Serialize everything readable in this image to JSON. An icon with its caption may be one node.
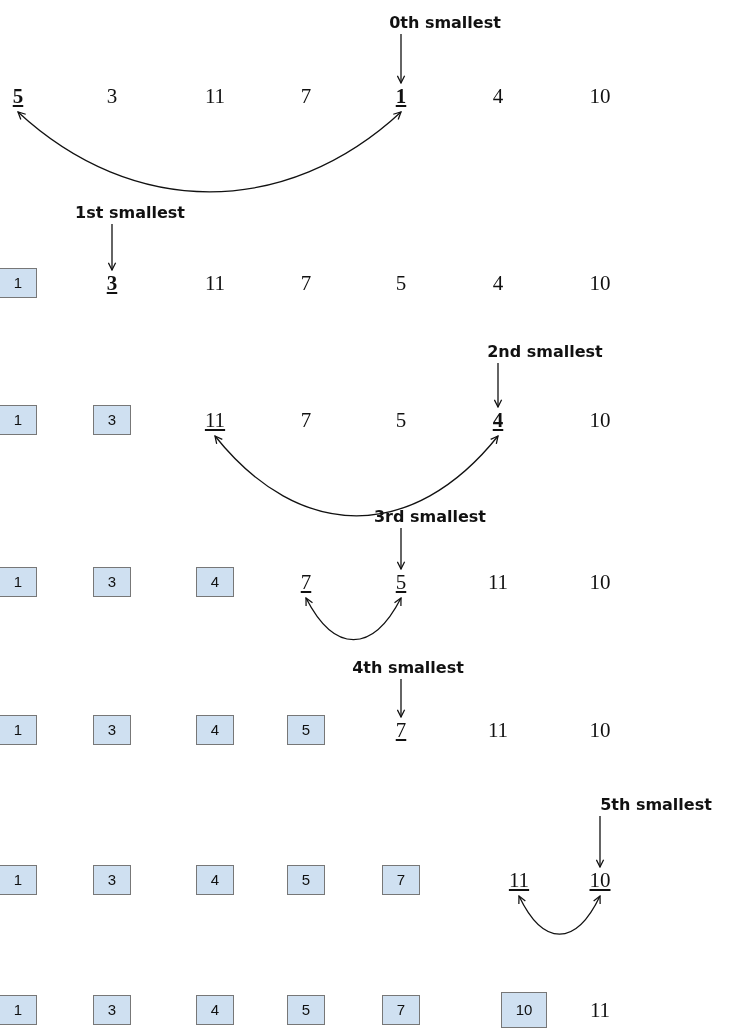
{
  "diagram": {
    "nodes": [
      {
        "text": [
          "0th smallest"
        ]
      },
      {
        "text": [
          "5"
        ]
      },
      {
        "text": [
          "3"
        ]
      },
      {
        "text": [
          "11"
        ]
      },
      {
        "text": [
          "7"
        ]
      },
      {
        "text": [
          "1"
        ]
      },
      {
        "text": [
          "4"
        ]
      },
      {
        "text": [
          "10"
        ]
      },
      {
        "text": [
          "1st smallest"
        ]
      },
      {
        "text": [
          "1"
        ]
      },
      {
        "text": [
          "3"
        ]
      },
      {
        "text": [
          "11"
        ]
      },
      {
        "text": [
          "7"
        ]
      },
      {
        "text": [
          "5"
        ]
      },
      {
        "text": [
          "4"
        ]
      },
      {
        "text": [
          "10"
        ]
      },
      {
        "text": [
          "2nd smallest"
        ]
      },
      {
        "text": [
          "1"
        ]
      },
      {
        "text": [
          "3"
        ]
      },
      {
        "text": [
          "11"
        ]
      },
      {
        "text": [
          "7"
        ]
      },
      {
        "text": [
          "5"
        ]
      },
      {
        "text": [
          "4"
        ]
      },
      {
        "text": [
          "10"
        ]
      },
      {
        "text": [
          "3rd smallest"
        ]
      },
      {
        "text": [
          "1"
        ]
      },
      {
        "text": [
          "3"
        ]
      },
      {
        "text": [
          "4"
        ]
      },
      {
        "text": [
          "7"
        ]
      },
      {
        "text": [
          "5"
        ]
      },
      {
        "text": [
          "11"
        ]
      },
      {
        "text": [
          "10"
        ]
      },
      {
        "text": [
          "4th smallest"
        ]
      },
      {
        "text": [
          "1"
        ]
      },
      {
        "text": [
          "3"
        ]
      },
      {
        "text": [
          "4"
        ]
      },
      {
        "text": [
          "5"
        ]
      },
      {
        "text": [
          "7"
        ]
      },
      {
        "text": [
          "11"
        ]
      },
      {
        "text": [
          "10"
        ]
      },
      {
        "text": [
          "5th smallest"
        ]
      },
      {
        "text": [
          "1"
        ]
      },
      {
        "text": [
          "3"
        ]
      },
      {
        "text": [
          "4"
        ]
      },
      {
        "text": [
          "5"
        ]
      },
      {
        "text": [
          "7"
        ]
      },
      {
        "text": [
          "11"
        ]
      },
      {
        "text": [
          "10"
        ]
      },
      {
        "text": [
          "1"
        ]
      },
      {
        "text": [
          "3"
        ]
      },
      {
        "text": [
          "4"
        ]
      },
      {
        "text": [
          "5"
        ]
      },
      {
        "text": [
          "7"
        ]
      },
      {
        "text": [
          "10"
        ]
      },
      {
        "text": [
          "11"
        ]
      }
    ],
    "edges": [
      {
        "from": 0,
        "to": 5,
        "arrow": "to"
      },
      {
        "from": 1,
        "to": 5,
        "arrow": "both"
      },
      {
        "from": 8,
        "to": 10,
        "arrow": "to"
      },
      {
        "from": 16,
        "to": 22,
        "arrow": "to"
      },
      {
        "from": 19,
        "to": 22,
        "arrow": "both"
      },
      {
        "from": 24,
        "to": 29,
        "arrow": "to"
      },
      {
        "from": 28,
        "to": 29,
        "arrow": "both"
      },
      {
        "from": 32,
        "to": 37,
        "arrow": "to"
      },
      {
        "from": 40,
        "to": 47,
        "arrow": "to"
      },
      {
        "from": 46,
        "to": 47,
        "arrow": "both"
      }
    ]
  }
}
